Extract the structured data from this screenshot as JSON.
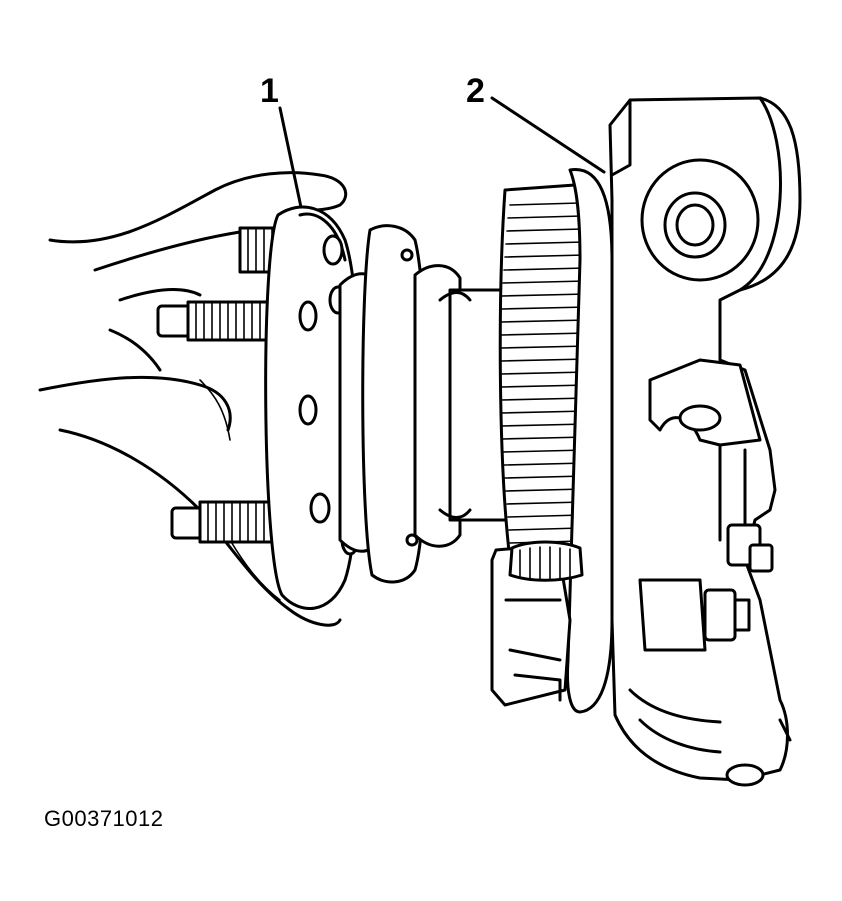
{
  "callouts": [
    {
      "label": "1"
    },
    {
      "label": "2"
    }
  ],
  "figure_id": "G00371012"
}
